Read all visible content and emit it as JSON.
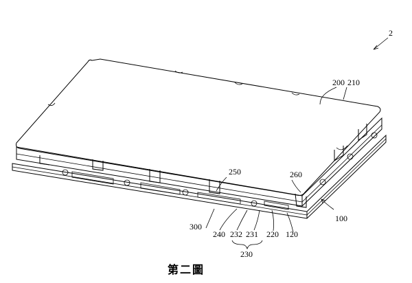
{
  "figure": {
    "caption": "第二圖",
    "labels": {
      "assembly": "2",
      "cover": "200",
      "cover_top": "210",
      "base": "100",
      "flange": "250",
      "corner": "260",
      "side_tab": "300",
      "ref_240": "240",
      "ref_232": "232",
      "ref_231": "231",
      "ref_220": "220",
      "ref_120": "120",
      "group_230": "230"
    }
  }
}
